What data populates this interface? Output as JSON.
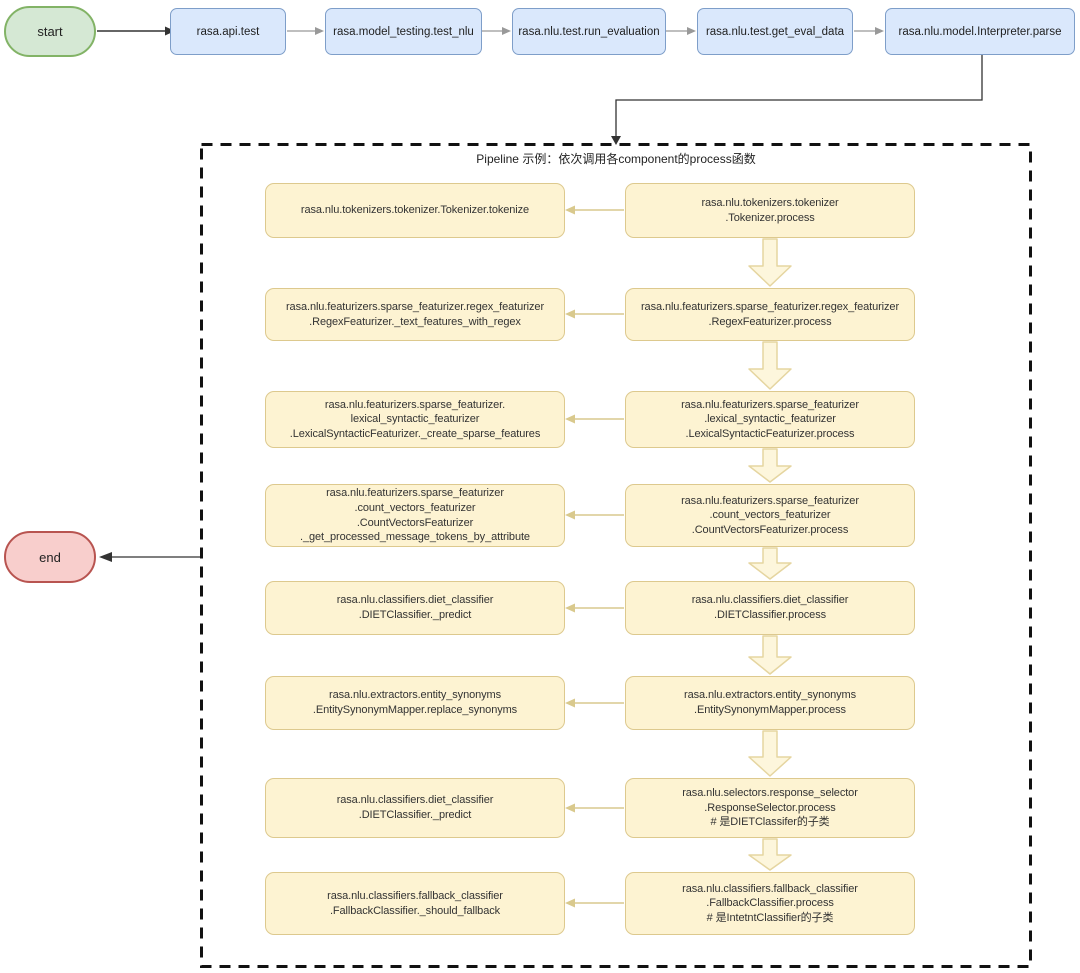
{
  "top_flow": {
    "start_label": "start",
    "end_label": "end",
    "nodes": [
      {
        "label": "rasa.api.test"
      },
      {
        "label": "rasa.model_testing.test_nlu"
      },
      {
        "label": "rasa.nlu.test.run_evaluation"
      },
      {
        "label": "rasa.nlu.test.get_eval_data"
      },
      {
        "label": "rasa.nlu.model.Interpreter.parse"
      }
    ]
  },
  "pipeline": {
    "title": "Pipeline 示例：依次调用各component的process函数",
    "rows": [
      {
        "left": [
          "rasa.nlu.tokenizers.tokenizer.Tokenizer.tokenize"
        ],
        "right": [
          "rasa.nlu.tokenizers.tokenizer",
          ".Tokenizer.process"
        ]
      },
      {
        "left": [
          "rasa.nlu.featurizers.sparse_featurizer.regex_featurizer",
          ".RegexFeaturizer._text_features_with_regex"
        ],
        "right": [
          "rasa.nlu.featurizers.sparse_featurizer.regex_featurizer",
          ".RegexFeaturizer.process"
        ]
      },
      {
        "left": [
          "rasa.nlu.featurizers.sparse_featurizer.",
          "lexical_syntactic_featurizer",
          ".LexicalSyntacticFeaturizer._create_sparse_features"
        ],
        "right": [
          "rasa.nlu.featurizers.sparse_featurizer",
          ".lexical_syntactic_featurizer",
          ".LexicalSyntacticFeaturizer.process"
        ]
      },
      {
        "left": [
          "rasa.nlu.featurizers.sparse_featurizer",
          ".count_vectors_featurizer",
          ".CountVectorsFeaturizer",
          "._get_processed_message_tokens_by_attribute"
        ],
        "right": [
          "rasa.nlu.featurizers.sparse_featurizer",
          ".count_vectors_featurizer",
          ".CountVectorsFeaturizer.process"
        ]
      },
      {
        "left": [
          "rasa.nlu.classifiers.diet_classifier",
          ".DIETClassifier._predict"
        ],
        "right": [
          "rasa.nlu.classifiers.diet_classifier",
          ".DIETClassifier.process"
        ]
      },
      {
        "left": [
          "rasa.nlu.extractors.entity_synonyms",
          ".EntitySynonymMapper.replace_synonyms"
        ],
        "right": [
          "rasa.nlu.extractors.entity_synonyms",
          ".EntitySynonymMapper.process"
        ]
      },
      {
        "left": [
          "rasa.nlu.classifiers.diet_classifier",
          ".DIETClassifier._predict"
        ],
        "right": [
          "rasa.nlu.selectors.response_selector",
          ".ResponseSelector.process",
          "# 是DIETClassifer的子类"
        ]
      },
      {
        "left": [
          "rasa.nlu.classifiers.fallback_classifier",
          ".FallbackClassifier._should_fallback"
        ],
        "right": [
          "rasa.nlu.classifiers.fallback_classifier",
          ".FallbackClassifier.process",
          "# 是IntetntClassifier的子类"
        ]
      }
    ]
  },
  "colors": {
    "start_fill": "#d5e8d4",
    "start_border": "#82b366",
    "end_fill": "#f8cecc",
    "end_border": "#b85450",
    "step_fill": "#dae8fc",
    "step_border": "#7e9ec9",
    "process_fill": "#fdf3d2",
    "process_border": "#ddc98e",
    "arrow_tan": "#d9c98d",
    "arrow_gray": "#999999",
    "arrow_black": "#333333",
    "dashed_border": "#111111"
  }
}
